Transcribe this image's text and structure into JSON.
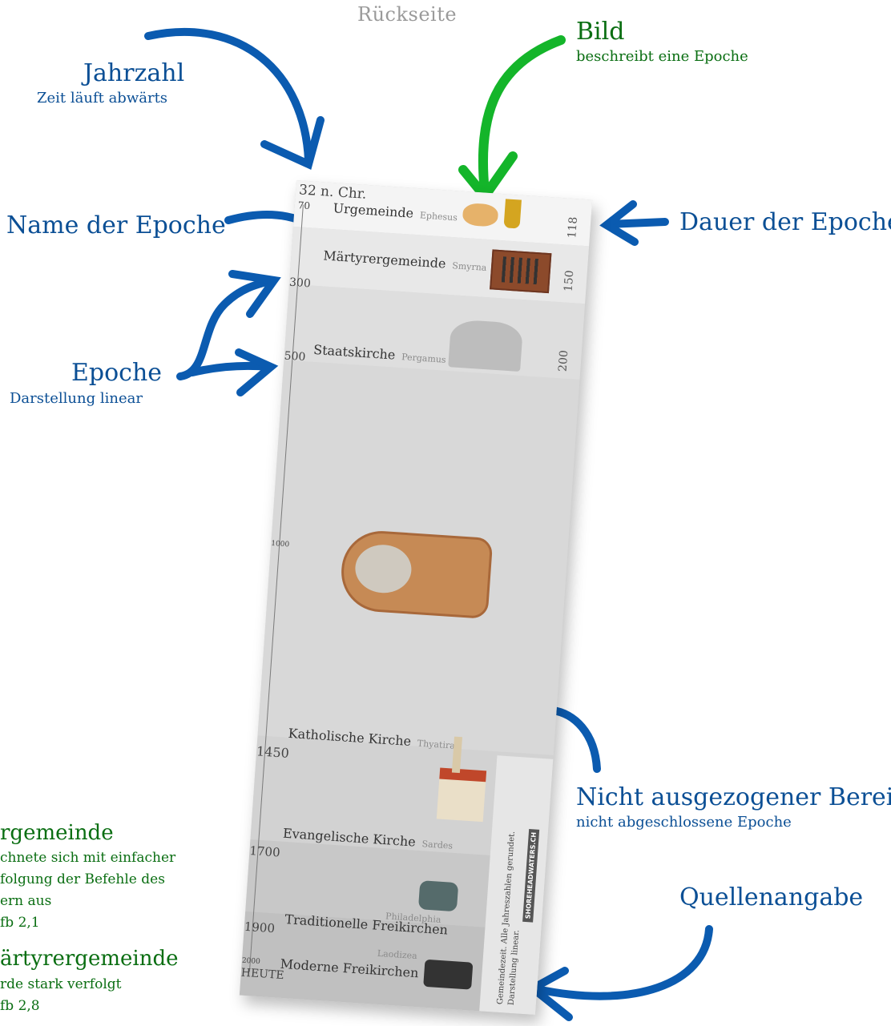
{
  "header": "Rückseite",
  "callouts": {
    "jahrzahl": {
      "title": "Jahrzahl",
      "sub": "Zeit läuft abwärts"
    },
    "bild": {
      "title": "Bild",
      "sub": "beschreibt eine Epoche"
    },
    "name": {
      "title": "Name der Epoche"
    },
    "dauer": {
      "title": "Dauer der Epoche"
    },
    "epoche": {
      "title": "Epoche",
      "sub": "Darstellung linear"
    },
    "nicht": {
      "title": "Nicht ausgezogener Bereich",
      "sub": "nicht abgeschlossene Epoche"
    },
    "quelle": {
      "title": "Quellenangabe"
    }
  },
  "left_notes": {
    "urgemeinde": {
      "title": "rgemeinde",
      "lines": [
        "chnete sich mit einfacher",
        "folgung der Befehle des",
        "ern aus",
        "fb 2,1"
      ]
    },
    "maertyrer": {
      "title": "ärtyrergemeinde",
      "lines": [
        "rde stark verfolgt",
        "fb 2,8"
      ]
    }
  },
  "strip": {
    "start_label": "32 n. Chr.",
    "start_partial": "70",
    "mid_label": "1000",
    "end_label_small": "2000",
    "end_label": "HEUTE",
    "eras": [
      {
        "name": "Urgemeinde",
        "city": "Ephesus",
        "duration": "118"
      },
      {
        "name": "Märtyrergemeinde",
        "city": "Smyrna",
        "duration": "150",
        "year": "300"
      },
      {
        "name": "Staatskirche",
        "city": "Pergamus",
        "duration": "200",
        "year": "500"
      },
      {
        "name": "Katholische Kirche",
        "city": "Thyatira",
        "year": "1450"
      },
      {
        "name": "Evangelische Kirche",
        "city": "Sardes",
        "year": "1700"
      },
      {
        "name": "Traditionelle Freikirchen",
        "city": "Philadelphia",
        "year": "1900"
      },
      {
        "name": "Moderne Freikirchen",
        "city": "Laodizea"
      }
    ],
    "source_line1": "Gemeindezeit. Alle Jahreszahlen gerundet.",
    "source_line2": "Darstellung linear.",
    "badge": "SHOREHEADWATERS.CH"
  },
  "colors": {
    "blue": "#0b4f95",
    "green": "#14b52a",
    "green_text": "#0a6e12"
  }
}
